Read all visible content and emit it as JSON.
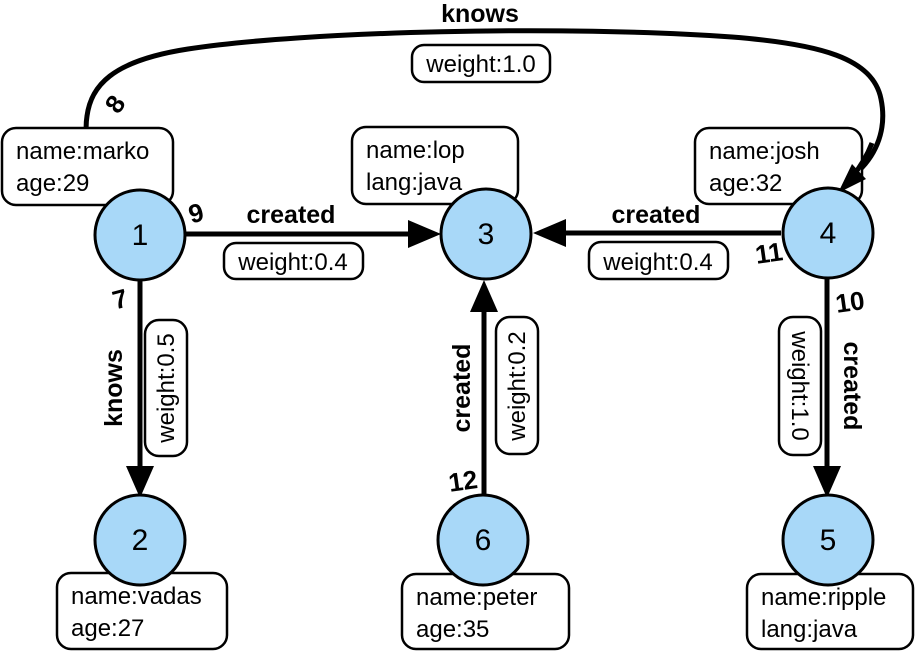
{
  "colors": {
    "background": "#ffffff",
    "node_fill": "#a8d8f8",
    "node_stroke": "#000000",
    "box_fill": "#ffffff",
    "edge": "#000000"
  },
  "nodes": [
    {
      "id": "1",
      "props": [
        "name:marko",
        "age:29"
      ]
    },
    {
      "id": "2",
      "props": [
        "name:vadas",
        "age:27"
      ]
    },
    {
      "id": "3",
      "props": [
        "name:lop",
        "lang:java"
      ]
    },
    {
      "id": "4",
      "props": [
        "name:josh",
        "age:32"
      ]
    },
    {
      "id": "5",
      "props": [
        "name:ripple",
        "lang:java"
      ]
    },
    {
      "id": "6",
      "props": [
        "name:peter",
        "age:35"
      ]
    }
  ],
  "edges": [
    {
      "id": "7",
      "label": "knows",
      "weight": "weight:0.5",
      "from": "1",
      "to": "2"
    },
    {
      "id": "8",
      "label": "knows",
      "weight": "weight:1.0",
      "from": "1",
      "to": "4"
    },
    {
      "id": "9",
      "label": "created",
      "weight": "weight:0.4",
      "from": "1",
      "to": "3"
    },
    {
      "id": "10",
      "label": "created",
      "weight": "weight:1.0",
      "from": "4",
      "to": "5"
    },
    {
      "id": "11",
      "label": "created",
      "weight": "weight:0.4",
      "from": "4",
      "to": "3"
    },
    {
      "id": "12",
      "label": "created",
      "weight": "weight:0.2",
      "from": "6",
      "to": "3"
    }
  ]
}
